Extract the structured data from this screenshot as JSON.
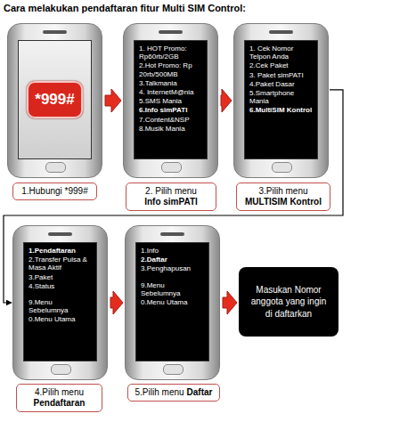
{
  "diagram": {
    "title": "Cara melakukan pendaftaran fitur Multi SIM Control:",
    "nodes": [
      {
        "text": [
          "*999#"
        ]
      },
      {
        "text": [
          "1.Hubungi *999#"
        ]
      },
      {
        "text": [
          "1. HOT Promo: Rp60rb/2GB",
          "2.Hot Promo: Rp 20rb/500MB",
          "3.Talkmania",
          "4. InternetM@nia",
          "5.SMS Mania",
          "6.Info simPATI",
          "7.Content&NSP",
          "8.Musik Mania"
        ]
      },
      {
        "text": [
          "2. Pilih menu",
          "Info simPATI"
        ]
      },
      {
        "text": [
          "1. Cek Nomor Telpon Anda",
          "2.Cek Paket",
          "3. Paket simPATI",
          "4.Paket Dasar",
          "5.Smartphone Mania",
          "6.MultiSIM Kontrol"
        ]
      },
      {
        "text": [
          "3.Pilih menu",
          "MULTISIM Kontrol"
        ]
      },
      {
        "text": [
          "1.Pendaftaran",
          "2.Transfer Pulsa & Masa Aktif",
          "3.Paket",
          "4.Status",
          "9.Menu Sebelumnya",
          "0.Menu Utama"
        ]
      },
      {
        "text": [
          "4.Pilih menu",
          "Pendaftaran"
        ]
      },
      {
        "text": [
          "1.Info",
          "2.Daftar",
          "3.Penghapusan",
          "9.Menu Sebelumnya",
          "0.Menu Utama"
        ]
      },
      {
        "text": [
          "5.Pilih menu",
          "Daftar"
        ]
      },
      {
        "text": [
          "Masukan Nomor anggota yang ingin di daftarkan"
        ]
      }
    ],
    "edges": [
      {
        "from": 0,
        "to": 2,
        "arrow": "to"
      },
      {
        "from": 2,
        "to": 4,
        "arrow": "to"
      },
      {
        "from": 4,
        "to": 6,
        "arrow": "to"
      },
      {
        "from": 6,
        "to": 8,
        "arrow": "to"
      },
      {
        "from": 8,
        "to": 10,
        "arrow": "to"
      }
    ]
  }
}
